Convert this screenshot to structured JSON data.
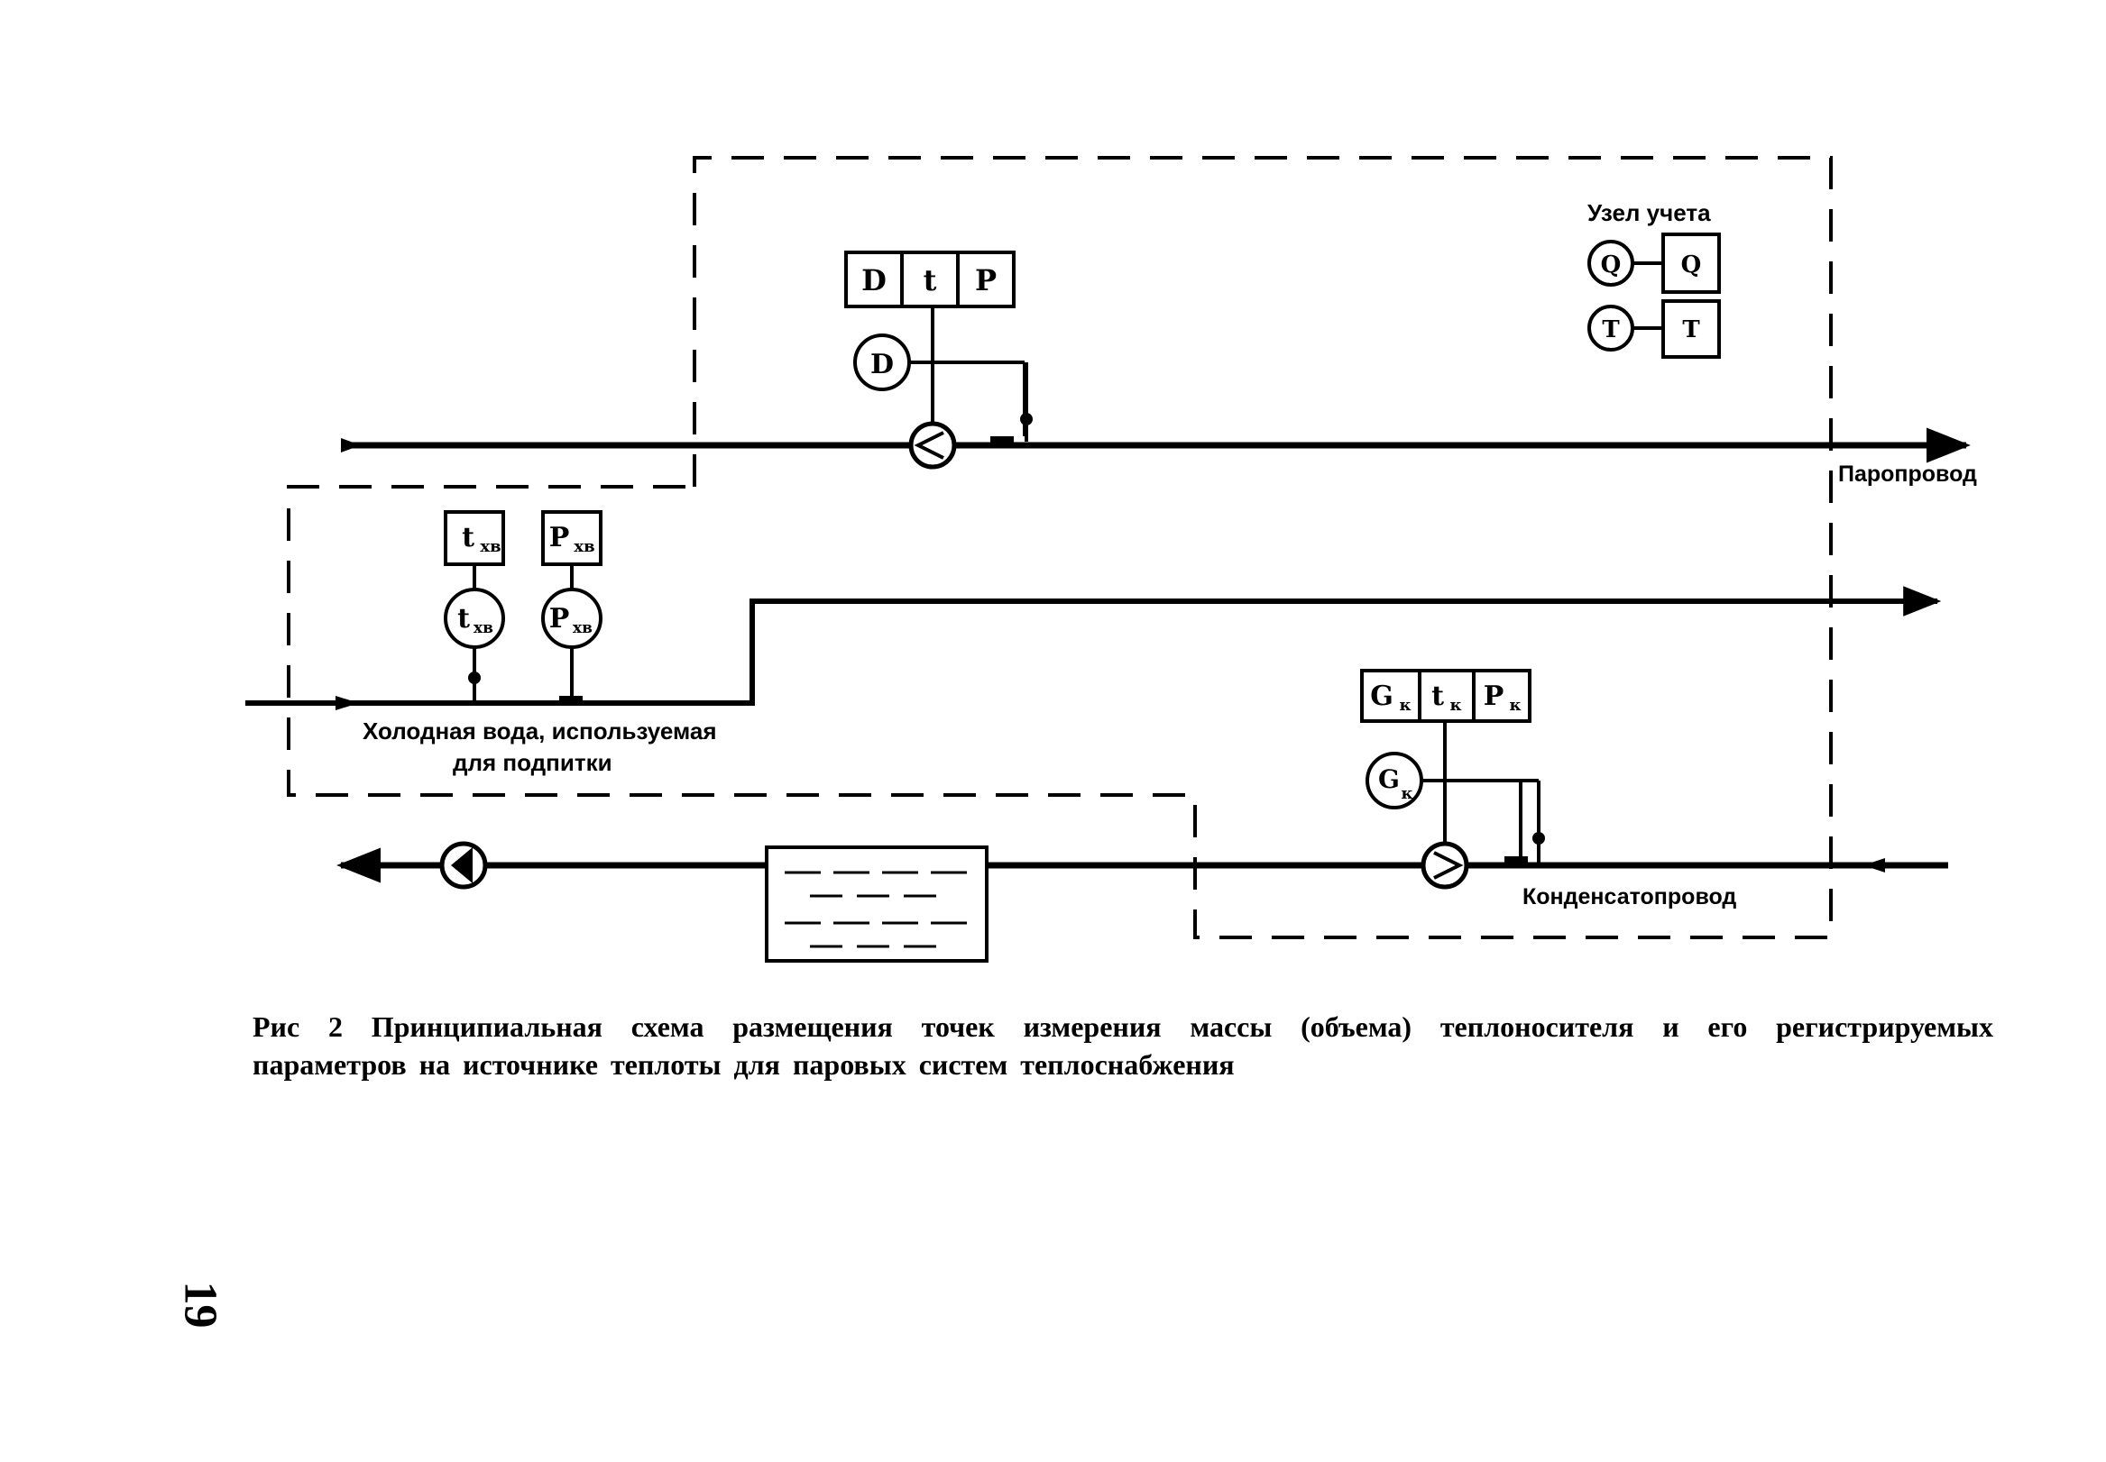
{
  "labels": {
    "uzel_ucheta": "Узел учета",
    "paroprovod": "Паропровод",
    "kondensatoprovod": "Конденсатопровод",
    "cold_water_line1": "Холодная вода, используемая",
    "cold_water_line2": "для подпитки"
  },
  "steam_meter": {
    "box_d": "D",
    "box_t": "t",
    "box_p": "P",
    "flow_circle": "D"
  },
  "cold_water_meter": {
    "temp_box_main": "t",
    "temp_box_sub": "хв",
    "pressure_box_main": "P",
    "pressure_box_sub": "хв",
    "temp_circle_main": "t",
    "temp_circle_sub": "хв",
    "pressure_circle_main": "P",
    "pressure_circle_sub": "хв"
  },
  "condensate_meter": {
    "box_g_main": "G",
    "box_g_sub": "к",
    "box_t_main": "t",
    "box_t_sub": "к",
    "box_p_main": "P",
    "box_p_sub": "к",
    "circle_g_main": "G",
    "circle_g_sub": "к"
  },
  "legend": {
    "q_circle": "Q",
    "q_box": "Q",
    "t_circle": "T",
    "t_box": "T"
  },
  "caption": {
    "line1": "Рис 2  Принципиальная схема размещения точек измерения массы (объема) теплоносителя и его регистрируемых",
    "line2": "параметров на источнике теплоты для паровых систем теплоснабжения"
  },
  "page_number": "19"
}
